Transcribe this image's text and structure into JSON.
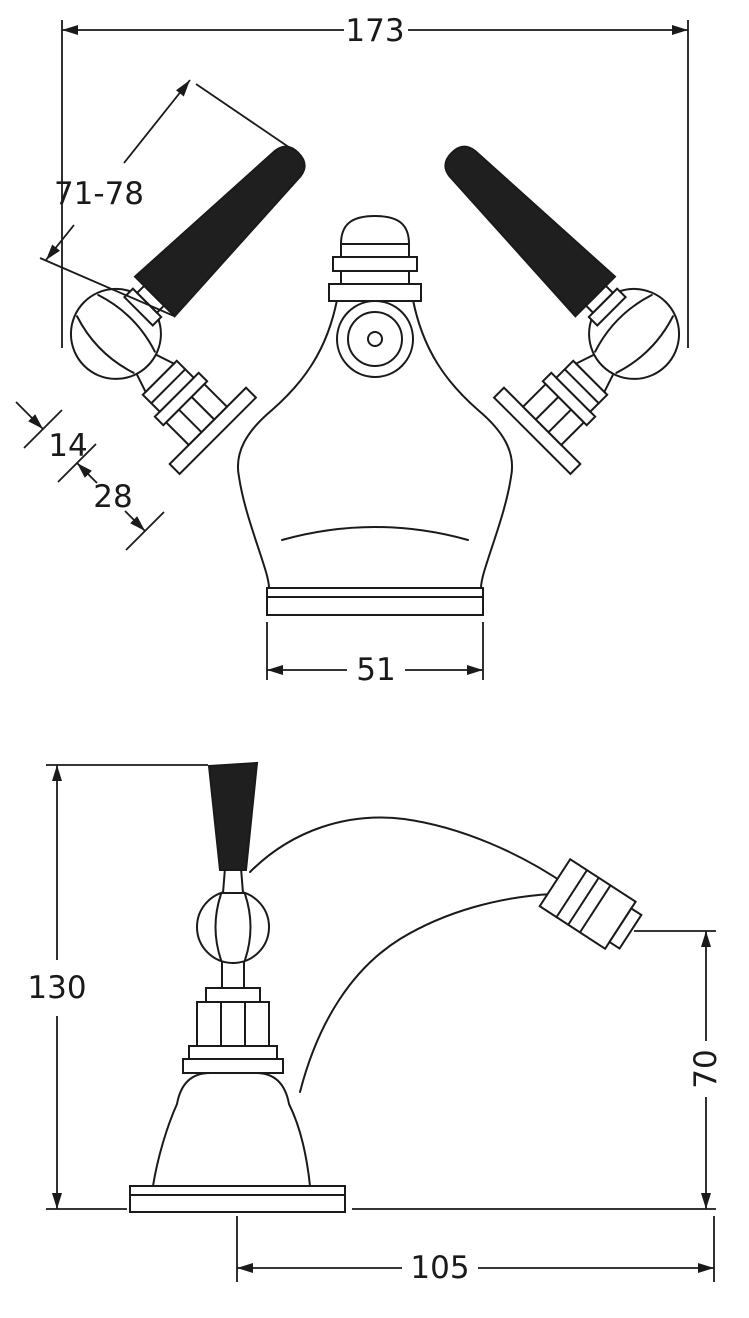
{
  "diagram": {
    "type": "technical-dimension-drawing",
    "subject": "bidet-mixer-tap",
    "views": {
      "front": {
        "total_width": "173",
        "handle_length": "71-78",
        "detail_small": "14",
        "detail_large": "28",
        "base_width": "51"
      },
      "side": {
        "total_height": "130",
        "outlet_height": "70",
        "reach": "105"
      }
    },
    "colors": {
      "line": "#1a1a1a",
      "background": "#ffffff",
      "handle_fill": "#1f1f1f"
    }
  }
}
